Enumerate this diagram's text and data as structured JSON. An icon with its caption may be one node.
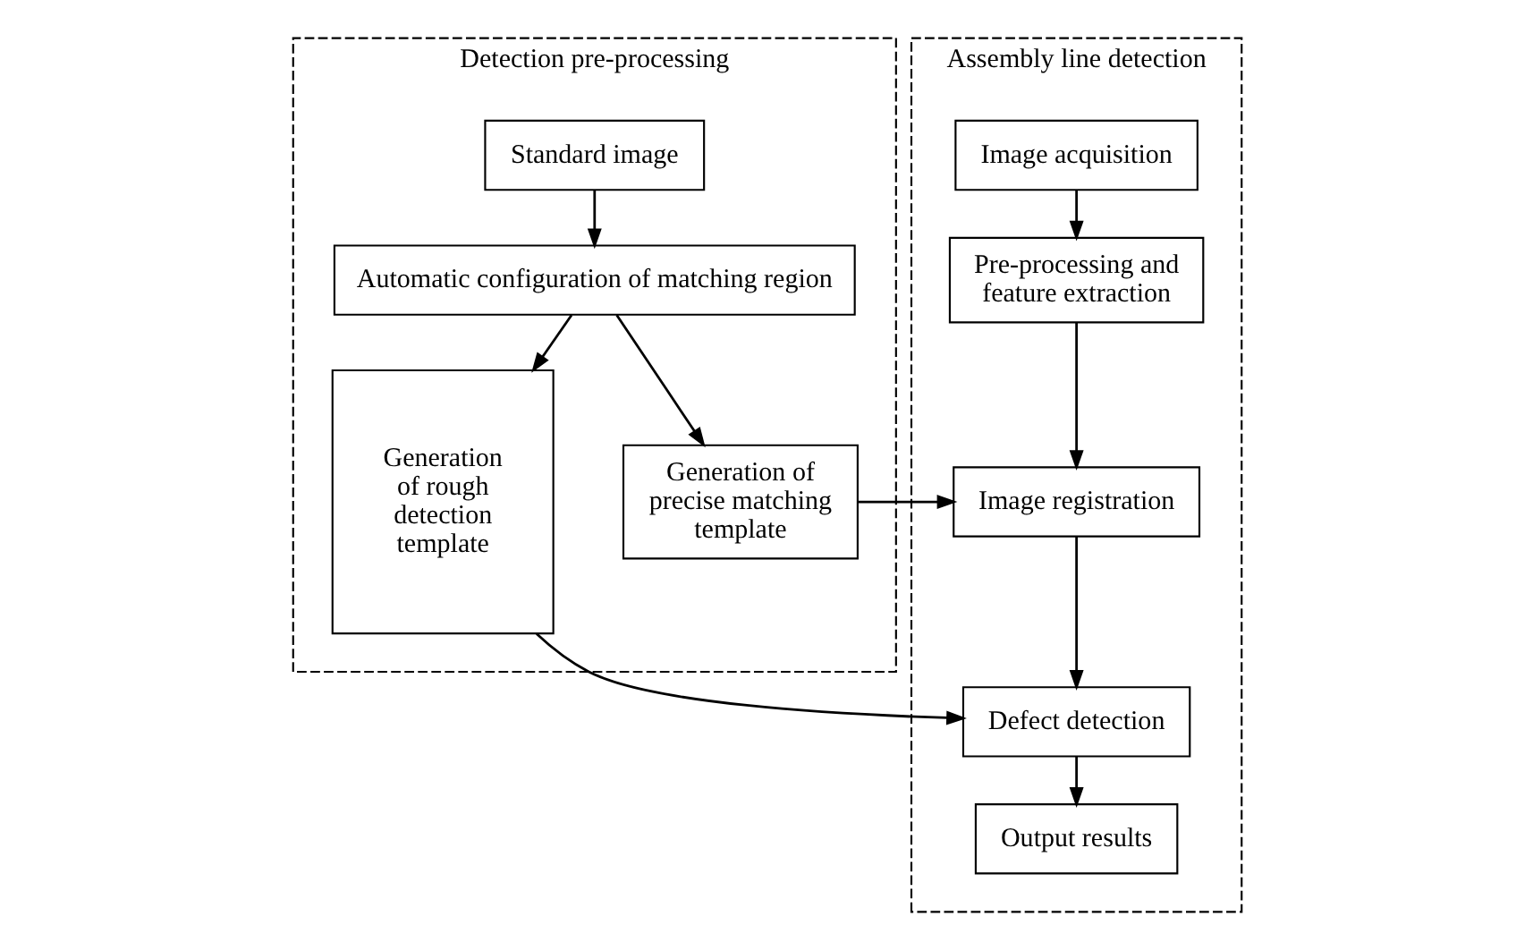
{
  "diagram": {
    "nodes": [
      {
        "text": [
          "Detection pre-processing"
        ]
      },
      {
        "text": [
          "Standard image"
        ],
        "in": 0
      },
      {
        "text": [
          "Automatic configuration of matching region"
        ],
        "in": 0
      },
      {
        "text": [
          "Generation of rough detection template"
        ],
        "in": 0
      },
      {
        "text": [
          "Generation of precise matching template"
        ],
        "in": 0
      },
      {
        "text": [
          "Assembly line detection"
        ]
      },
      {
        "text": [
          "Image acquisition"
        ],
        "in": 5
      },
      {
        "text": [
          "Pre-processing and feature extraction"
        ],
        "in": 5
      },
      {
        "text": [
          "Image registration"
        ],
        "in": 5
      },
      {
        "text": [
          "Defect detection"
        ],
        "in": 5
      },
      {
        "text": [
          "Output results"
        ],
        "in": 5
      }
    ],
    "edges": [
      {
        "from": 1,
        "to": 2,
        "arrow": "to"
      },
      {
        "from": 2,
        "to": 3,
        "arrow": "to"
      },
      {
        "from": 2,
        "to": 4,
        "arrow": "to"
      },
      {
        "from": 4,
        "to": 8,
        "arrow": "to"
      },
      {
        "from": 3,
        "to": 9,
        "arrow": "to"
      },
      {
        "from": 6,
        "to": 7,
        "arrow": "to"
      },
      {
        "from": 7,
        "to": 8,
        "arrow": "to"
      },
      {
        "from": 8,
        "to": 9,
        "arrow": "to"
      },
      {
        "from": 9,
        "to": 10,
        "arrow": "to"
      }
    ]
  }
}
